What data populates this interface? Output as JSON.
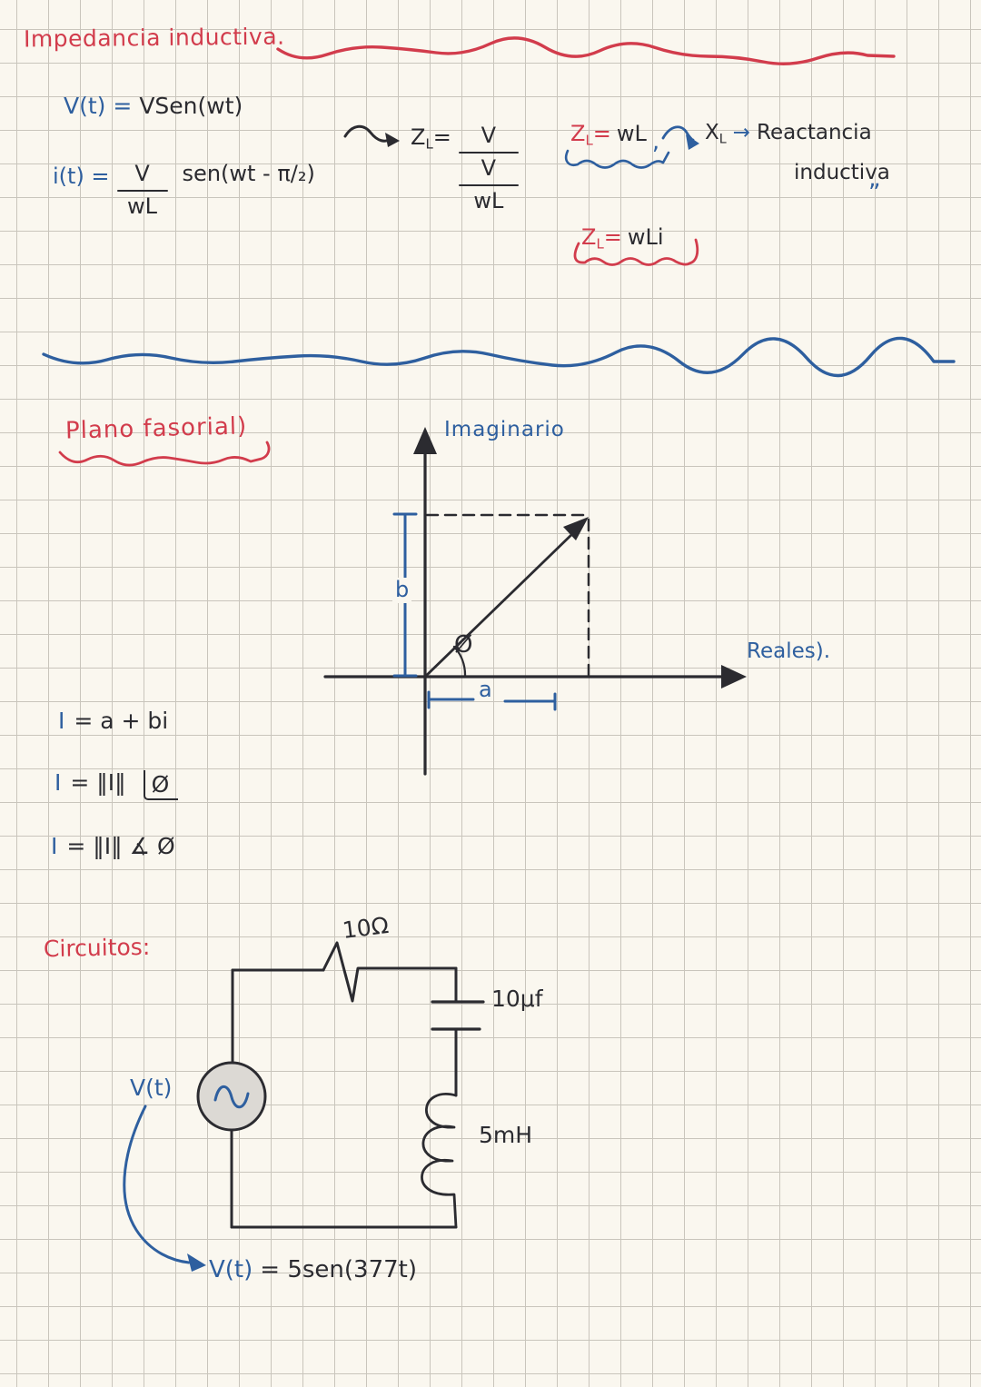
{
  "colors": {
    "paper": "#faf7ef",
    "grid": "#c9c5bc",
    "red": "#d23c4c",
    "blue": "#2e5f9f",
    "ink": "#2b2b30",
    "source_fill": "#dcd9d4"
  },
  "header": {
    "title": "Impedancia inductiva."
  },
  "imp": {
    "v_lhs": "V(t) =",
    "v_rhs": "VSen(wt)",
    "i_lhs": "i(t) =",
    "i_num": "V",
    "i_den": "wL",
    "i_tail": "sen(wt - π/₂)",
    "zl1_sym": "Z",
    "zl1_sub": "L",
    "zl1_eq": "=",
    "zl1_num": "V",
    "zl1_mid": "V",
    "zl1_den": "wL",
    "zl2_sym": "Z",
    "zl2_sub": "L",
    "zl2_eq": "=",
    "zl2_rhs": "wL",
    "zl2_comma": ",",
    "xl_sym": "X",
    "xl_sub": "L",
    "xl_arrow": "→",
    "xl_text1": "Reactancia",
    "xl_text2": "inductiva",
    "xl_quote": "„",
    "zl3_sym": "Z",
    "zl3_sub": "L",
    "zl3_eq": "=",
    "zl3_rhs": "wLi"
  },
  "phasor": {
    "heading": "Plano fasorial)",
    "imag_label": "Imaginario",
    "real_label": "Reales).",
    "a_label": "a",
    "b_label": "b",
    "phi_label": "Ø"
  },
  "eqs": {
    "rect_lhs": "I",
    "rect_rhs": "= a + bi",
    "polar1_lhs": "I",
    "polar1_rhs": "= ‖I‖",
    "polar1_angle": "Ø",
    "polar2_lhs": "I",
    "polar2_rhs": "= ‖I‖ ∡ Ø"
  },
  "circuit": {
    "heading": "Circuitos:",
    "resistor_label": "10Ω",
    "capacitor_label": "10μf",
    "inductor_label": "5mH",
    "source_label": "V(t)",
    "eq_lhs": "V(t)",
    "eq_rhs": "= 5sen(377t)"
  }
}
